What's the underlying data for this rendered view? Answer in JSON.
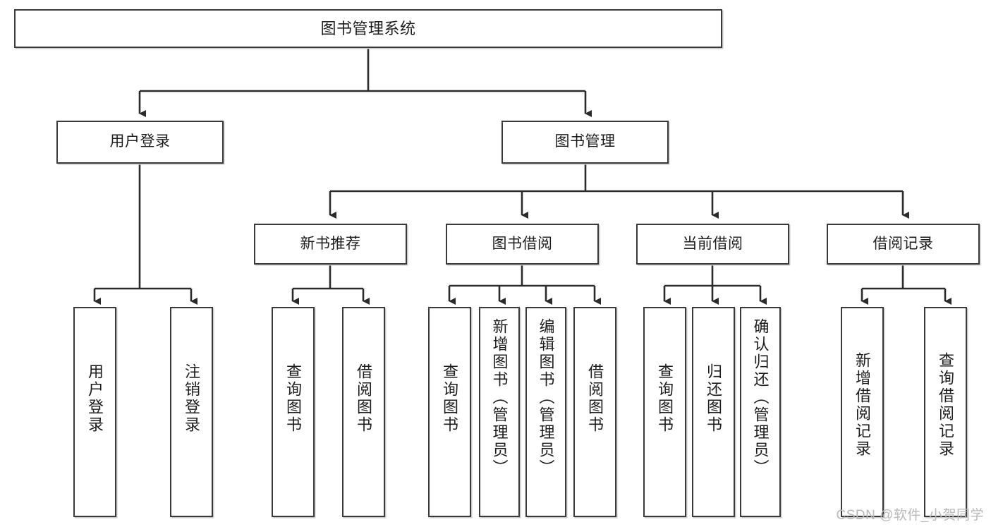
{
  "diagram": {
    "title": "图书管理系统",
    "type": "tree-hierarchy",
    "root": {
      "label": "图书管理系统"
    },
    "level2": [
      {
        "label": "用户登录"
      },
      {
        "label": "图书管理"
      }
    ],
    "level3": [
      {
        "label": "新书推荐"
      },
      {
        "label": "图书借阅"
      },
      {
        "label": "当前借阅"
      },
      {
        "label": "借阅记录"
      }
    ],
    "leaves": {
      "user_login": [
        {
          "label": "用户登录"
        },
        {
          "label": "注销登录"
        }
      ],
      "new_book_recommend": [
        {
          "label": "查询图书"
        },
        {
          "label": "借阅图书"
        }
      ],
      "book_borrow": [
        {
          "label": "查询图书"
        },
        {
          "label": "新增图书（管理员）"
        },
        {
          "label": "编辑图书（管理员）"
        },
        {
          "label": "借阅图书"
        }
      ],
      "current_borrow": [
        {
          "label": "查询图书"
        },
        {
          "label": "归还图书"
        },
        {
          "label": "确认归还（管理员）"
        }
      ],
      "borrow_record": [
        {
          "label": "新增借阅记录"
        },
        {
          "label": "查询借阅记录"
        }
      ]
    }
  },
  "watermark": {
    "text": "CSDN @软件_小贺同学"
  },
  "colors": {
    "border": "#3a3a3a",
    "background": "#ffffff",
    "text": "#1d1d1d",
    "watermark": "#b9b9b9"
  }
}
